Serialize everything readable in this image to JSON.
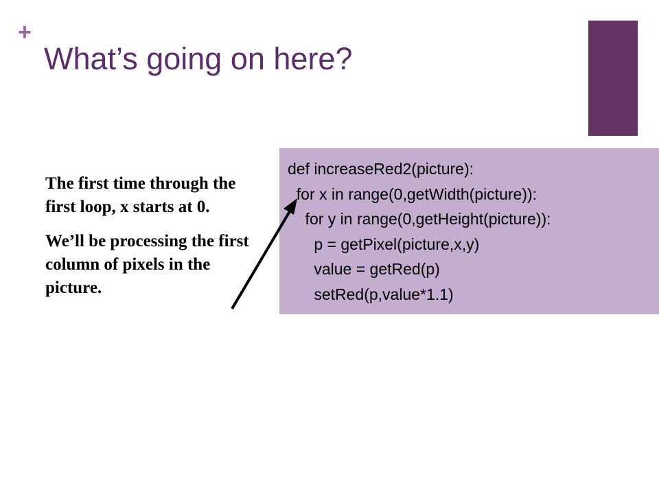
{
  "slide": {
    "plus": "+",
    "title": "What’s going on here?",
    "body": [
      "The first time through the first loop, x starts at 0.",
      "We’ll be processing the first column of pixels in the picture."
    ],
    "code": [
      "def increaseRed2(picture):",
      "  for x in range(0,getWidth(picture)):",
      "    for y in range(0,getHeight(picture)):",
      "      p = getPixel(picture,x,y)",
      "      value = getRed(p)",
      "      setRed(p,value*1.1)"
    ]
  },
  "colors": {
    "plus": "#a264a8",
    "title": "#5b2d6b",
    "accent_bar": "#663366",
    "code_background": "#c4aecf",
    "text": "#000000"
  }
}
